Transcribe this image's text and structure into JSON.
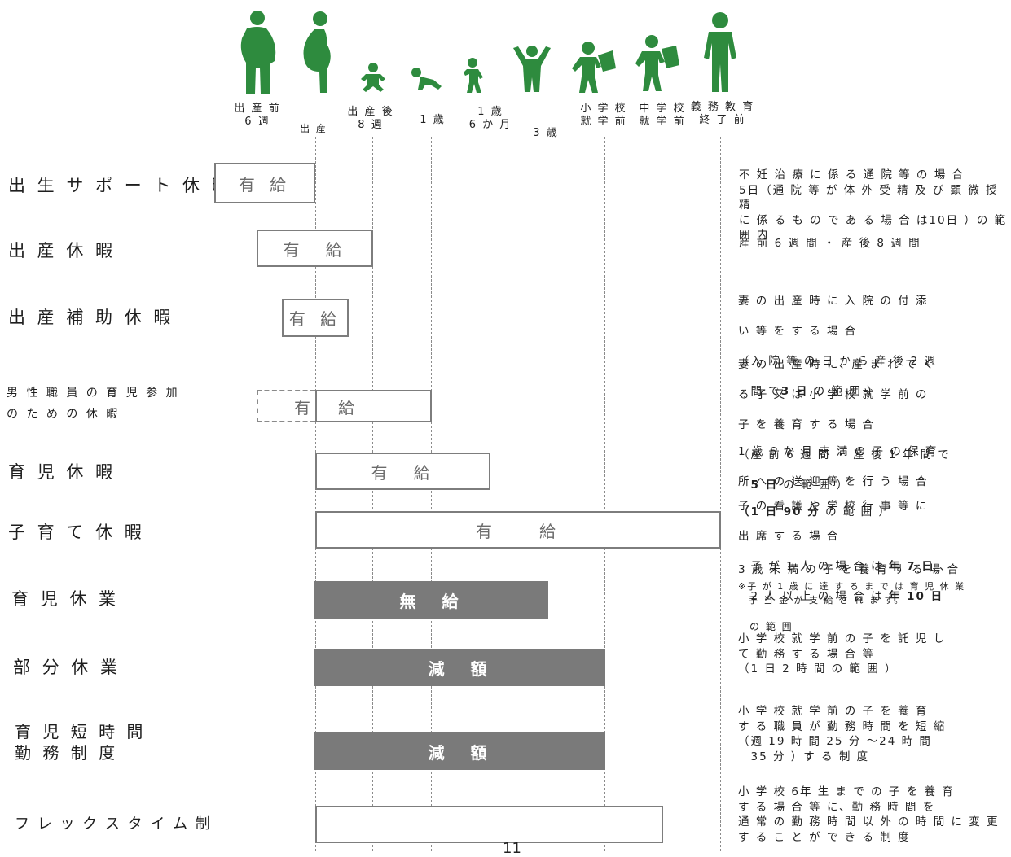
{
  "icon_color": "#2e8b3e",
  "bar_outline_color": "#7d7d7d",
  "bar_fill_color": "#7a7a7a",
  "icons": [
    "pregnant-person-icon",
    "pregnant-person-icon",
    "infant-icon",
    "crawling-baby-icon",
    "toddler-icon",
    "child-arms-up-icon",
    "schoolchild-backpack-icon",
    "student-backpack-icon",
    "teen-icon"
  ],
  "stages": [
    {
      "label": "出 産 前\n6 週"
    },
    {
      "label": "出 産"
    },
    {
      "label": "出 産 後\n8 週"
    },
    {
      "label": "1 歳"
    },
    {
      "label": "1 歳\n6 か 月"
    },
    {
      "label": "3 歳"
    },
    {
      "label": "小 学 校\n就 学 前"
    },
    {
      "label": "中 学 校\n就 学 前"
    },
    {
      "label": "義 務 教 育\n終 了 前"
    }
  ],
  "rows": [
    {
      "label": "出 生 サ ポ ー ト 休 暇",
      "bar": "有 給",
      "note": "不 妊 治 療 に 係 る 通 院 等 の 場 合\n5日（通 院 等 が 体 外 受 精 及 び 顕 微 授 精\nに 係 る も の で あ る 場 合 は10日 ）の 範 囲 内"
    },
    {
      "label": "出 産 休 暇",
      "bar": "有　給",
      "note": "産 前 6 週 間 ・ 産 後 8 週 間"
    },
    {
      "label": "出 産 補 助 休 暇",
      "bar": "有 給",
      "note_lines": [
        "妻 の 出 産 時 に 入 院 の 付 添",
        "い 等 を す る 場 合",
        "（入 院 等 の 日 か ら 産 後 2 週",
        "　間 で"
      ],
      "note_bold": "3 日",
      "note_tail": " の 範 囲 ）"
    },
    {
      "label": "男 性 職 員 の 育 児 参 加\nの た め の 休 暇",
      "bar_a": "有",
      "bar_b": "給",
      "note_lines": [
        "妻 の 出 産 時 に、産 ま れ て く",
        "る 子 又 は 小 学 校 就 学 前 の",
        "子 を 養 育 す る 場 合",
        "（産 前 6 週 間 ・ 産 後 1 年 間 で"
      ],
      "note_bold": "5 日",
      "note_tail": " の 範 囲 ）"
    },
    {
      "label": "育 児 休 暇",
      "bar": "有　給",
      "note_lines": [
        "1 歳 6 か 月 未 満 の 子 の 保 育",
        "所 へ の 送 迎 等 を 行 う 場 合"
      ],
      "note_bold": "（1 日  90  分",
      "note_tail": " の 範 囲 ）"
    },
    {
      "label": "子 育 て 休 暇",
      "bar": "有　　給",
      "note_lines": [
        "子 の 看 護 や 学 校 行 事 等 に",
        "出 席 す る 場 合"
      ],
      "note_pre1": "　子 が 1 人 の 場 合 は ",
      "note_bold1": "年 7 日",
      "note_post1": " 、",
      "note_pre2": "　2 人 以 上 の 場 合 は ",
      "note_bold2": "年  10  日",
      "note_post2": "",
      "note_last": "　の 範 囲"
    },
    {
      "label": "育 児 休 業",
      "bar": "無　給",
      "note": "3 歳 未 満 の 子 を 養 育 す る 場 合",
      "note_small": "※子 が 1 歳 に 達 す る ま で は 育 児 休 業\n　手 当 金 が 支 給 さ れ ま す。"
    },
    {
      "label": "部 分 休 業",
      "bar": "減　額",
      "note": "小 学 校 就 学 前 の 子 を 託 児 し\nて 勤 務 す る 場 合 等\n（1 日 2 時 間 の 範 囲 ）"
    },
    {
      "label": "育 児 短 時 間\n勤 務 制 度",
      "bar": "減　額",
      "note": "小 学 校 就 学 前 の 子 を 養 育\nす る 職 員 が 勤 務 時 間 を 短 縮\n（週  19  時 間  25  分 ～24  時 間\n　35  分 ）す る 制 度"
    },
    {
      "label": "フ レ ッ ク ス タ イ ム 制",
      "bar": "",
      "note": "小 学 校 6年 生 ま で の 子 を 養 育\nす る 場 合 等 に、勤 務 時 間 を\n通 常 の 勤 務 時 間 以 外 の 時 間 に 変 更\nす る こ と が で き る 制 度"
    }
  ],
  "page_number": "11"
}
